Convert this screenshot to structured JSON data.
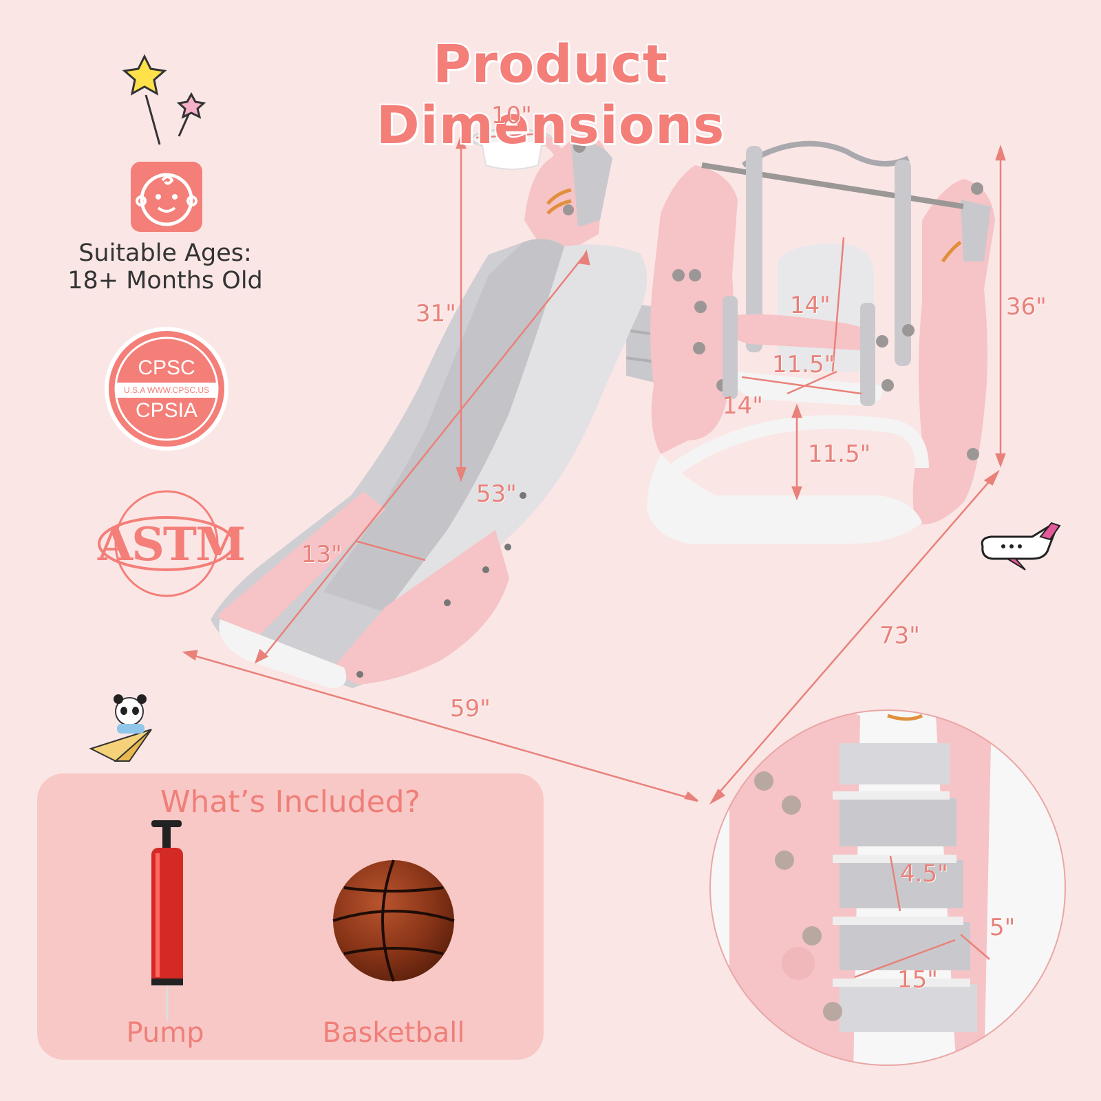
{
  "title": "Product Dimensions",
  "age": {
    "icon": "baby-face-icon",
    "line1": "Suitable Ages:",
    "line2": "18+ Months Old"
  },
  "certifications": {
    "cpsc_top": "CPSC",
    "cpsc_middle": "U.S.A WWW.CPSC.US",
    "cpsc_bottom": "CPSIA",
    "astm": "ASTM"
  },
  "dimensions": {
    "hoop_width": "10\"",
    "hoop_height": "31\"",
    "slide_length": "53\"",
    "slide_width": "13\"",
    "total_width": "59\"",
    "total_length": "73\"",
    "total_height": "36\"",
    "swing_back_height": "14\"",
    "swing_seat_depth": "11.5\"",
    "swing_seat_width": "14\"",
    "swing_ground_clearance": "11.5\"",
    "step_height": "4.5\"",
    "step_depth": "5\"",
    "step_width": "15\""
  },
  "included": {
    "title": "What’s Included?",
    "items": [
      {
        "label": "Pump",
        "icon": "pump-icon"
      },
      {
        "label": "Basketball",
        "icon": "basketball-icon"
      }
    ]
  },
  "colors": {
    "background": "#fbe6e6",
    "accent": "#f47e78",
    "pink": "#f6c3c6",
    "gray": "#c9c9cd",
    "white": "#f5f5f5"
  }
}
